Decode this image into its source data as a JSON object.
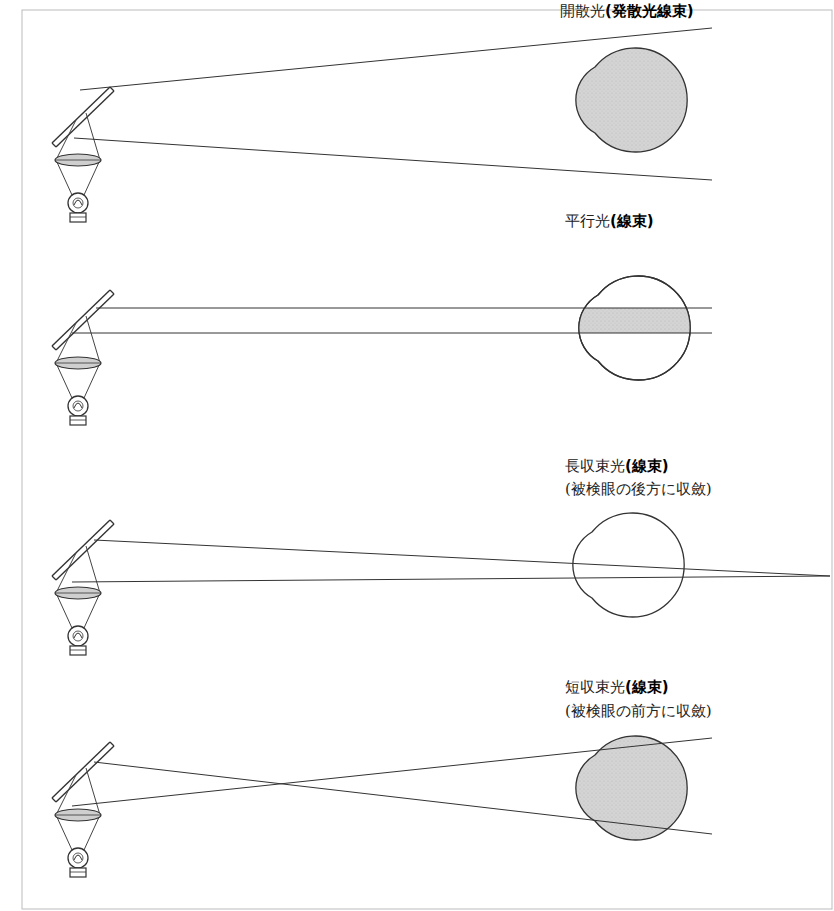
{
  "diagram": {
    "labels": [
      "開散光",
      " (発散光線束)",
      "平行光",
      "(線束)",
      "長収束光",
      "(線束)",
      "(被検眼の後方に収斂)",
      "短収束光",
      "(線束)",
      "(被検眼の前方に収斂)"
    ]
  }
}
